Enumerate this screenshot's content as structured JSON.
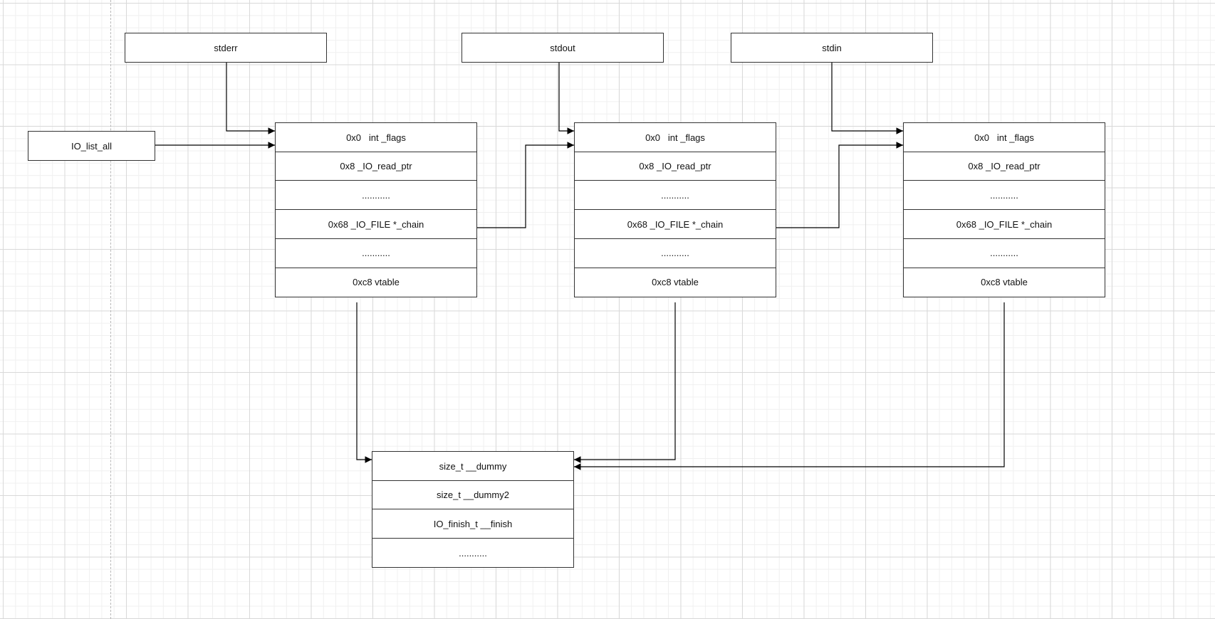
{
  "pointers": {
    "stderr": "stderr",
    "stdout": "stdout",
    "stdin": "stdin",
    "io_list_all": "IO_list_all"
  },
  "file_struct_rows": [
    "0x0   int _flags",
    "0x8 _IO_read_ptr",
    "...........",
    "0x68 _IO_FILE *_chain",
    "...........",
    "0xc8 vtable"
  ],
  "vtable_struct_rows": [
    "size_t __dummy",
    "size_t __dummy2",
    "IO_finish_t __finish",
    "..........."
  ],
  "colors": {
    "line": "#000000",
    "border": "#333333",
    "grid": "#d9d9d9"
  }
}
